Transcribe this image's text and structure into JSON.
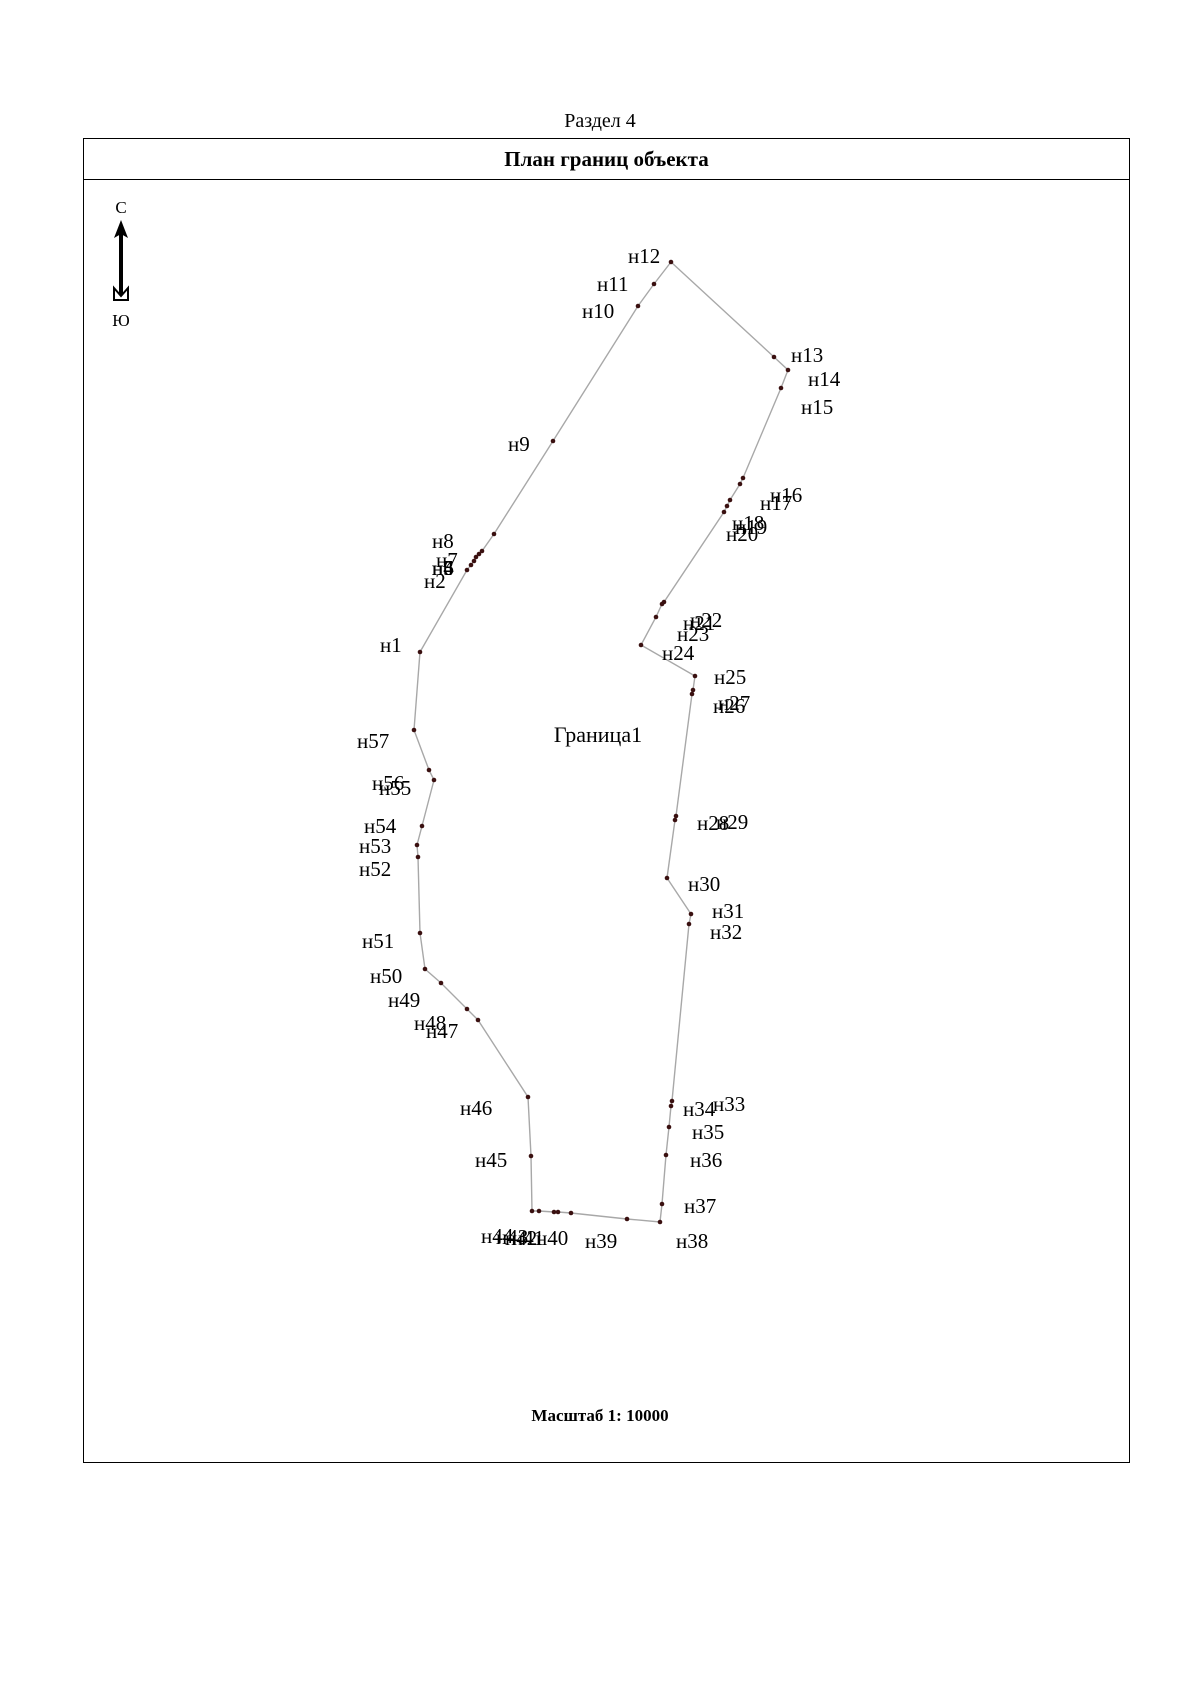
{
  "section": "Раздел 4",
  "header": "План границ объекта",
  "scale": "Масштаб 1: 10000",
  "compass": {
    "north": "С",
    "south": "Ю"
  },
  "area_label": "Граница1",
  "colors": {
    "boundary": "#a8a8a8",
    "vertex": "#3a1010"
  },
  "points": [
    {
      "label": "н1"
    },
    {
      "label": "н2"
    },
    {
      "label": "н3"
    },
    {
      "label": "н4"
    },
    {
      "label": "н5"
    },
    {
      "label": "н6"
    },
    {
      "label": "н7"
    },
    {
      "label": "н8"
    },
    {
      "label": "н9"
    },
    {
      "label": "н10"
    },
    {
      "label": "н11"
    },
    {
      "label": "н12"
    },
    {
      "label": "н13"
    },
    {
      "label": "н14"
    },
    {
      "label": "н15"
    },
    {
      "label": "н16"
    },
    {
      "label": "н17"
    },
    {
      "label": "н18"
    },
    {
      "label": "н19"
    },
    {
      "label": "н20"
    },
    {
      "label": "н21"
    },
    {
      "label": "н22"
    },
    {
      "label": "н23"
    },
    {
      "label": "н24"
    },
    {
      "label": "н25"
    },
    {
      "label": "н26"
    },
    {
      "label": "н27"
    },
    {
      "label": "н28"
    },
    {
      "label": "н29"
    },
    {
      "label": "н30"
    },
    {
      "label": "н31"
    },
    {
      "label": "н32"
    },
    {
      "label": "н33"
    },
    {
      "label": "н34"
    },
    {
      "label": "н35"
    },
    {
      "label": "н36"
    },
    {
      "label": "н37"
    },
    {
      "label": "н38"
    },
    {
      "label": "н39"
    },
    {
      "label": "н40"
    },
    {
      "label": "н41"
    },
    {
      "label": "н42"
    },
    {
      "label": "н43"
    },
    {
      "label": "н44"
    },
    {
      "label": "н45"
    },
    {
      "label": "н46"
    },
    {
      "label": "н47"
    },
    {
      "label": "н48"
    },
    {
      "label": "н49"
    },
    {
      "label": "н50"
    },
    {
      "label": "н51"
    },
    {
      "label": "н52"
    },
    {
      "label": "н53"
    },
    {
      "label": "н54"
    },
    {
      "label": "н55"
    },
    {
      "label": "н56"
    },
    {
      "label": "н57"
    }
  ]
}
